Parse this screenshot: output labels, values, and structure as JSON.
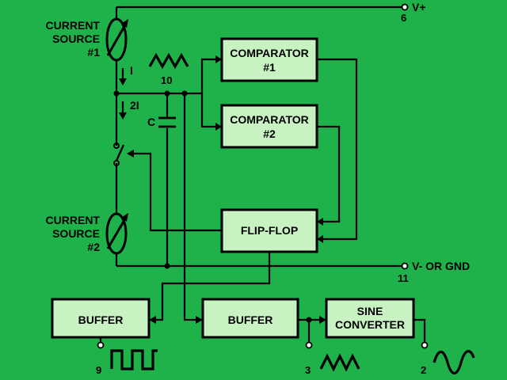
{
  "diagram": {
    "blocks": {
      "comparator1": [
        "COMPARATOR",
        "#1"
      ],
      "comparator2": [
        "COMPARATOR",
        "#2"
      ],
      "flipflop": "FLIP-FLOP",
      "buffer_left": "BUFFER",
      "buffer_right": "BUFFER",
      "sine_converter": [
        "SINE",
        "CONVERTER"
      ]
    },
    "sources": {
      "current_source_1": [
        "CURRENT",
        "SOURCE",
        "#1"
      ],
      "current_source_2": [
        "CURRENT",
        "SOURCE",
        "#2"
      ]
    },
    "labels": {
      "current_i": "I",
      "current_2i": "2I",
      "capacitor": "C",
      "supply_positive": "V+",
      "supply_negative": "V- OR GND"
    },
    "pins": {
      "v_plus": "6",
      "timing": "10",
      "v_minus": "11",
      "square_out": "9",
      "triangle_out": "3",
      "sine_out": "2"
    },
    "waveforms": {
      "timing": "triangle-wave-icon",
      "square_out": "square-wave-icon",
      "triangle_out": "triangle-wave-icon",
      "sine_out": "sine-wave-icon"
    },
    "colors": {
      "background": "#1fb14a",
      "block_fill": "#c8f2c2",
      "line": "#000000"
    }
  }
}
